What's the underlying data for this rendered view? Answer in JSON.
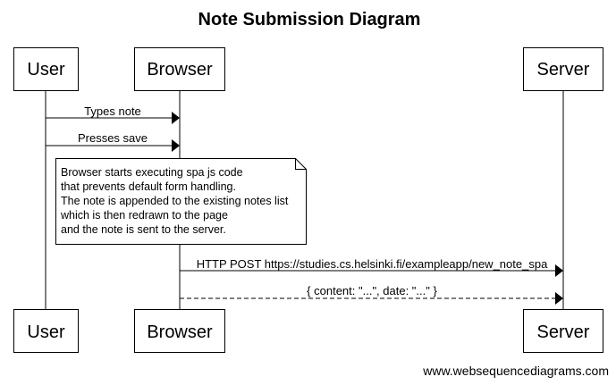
{
  "title": "Note Submission Diagram",
  "actors": {
    "user": "User",
    "browser": "Browser",
    "server": "Server"
  },
  "messages": [
    {
      "from": "user",
      "to": "browser",
      "label": "Types note",
      "style": "solid"
    },
    {
      "from": "user",
      "to": "browser",
      "label": "Presses save",
      "style": "solid"
    },
    {
      "from": "browser",
      "to": "server",
      "label": "HTTP POST https://studies.cs.helsinki.fi/exampleapp/new_note_spa",
      "style": "solid"
    },
    {
      "from": "browser",
      "to": "server",
      "label": "{ content: \"...\", date: \"...\" }",
      "style": "dashed"
    }
  ],
  "note": {
    "lines": [
      "Browser starts executing spa js code",
      "that prevents default form handling.",
      "The note is appended to the existing notes list",
      "which is then redrawn to the page",
      "and the note is sent to the server."
    ]
  },
  "footer": "www.websequencediagrams.com"
}
